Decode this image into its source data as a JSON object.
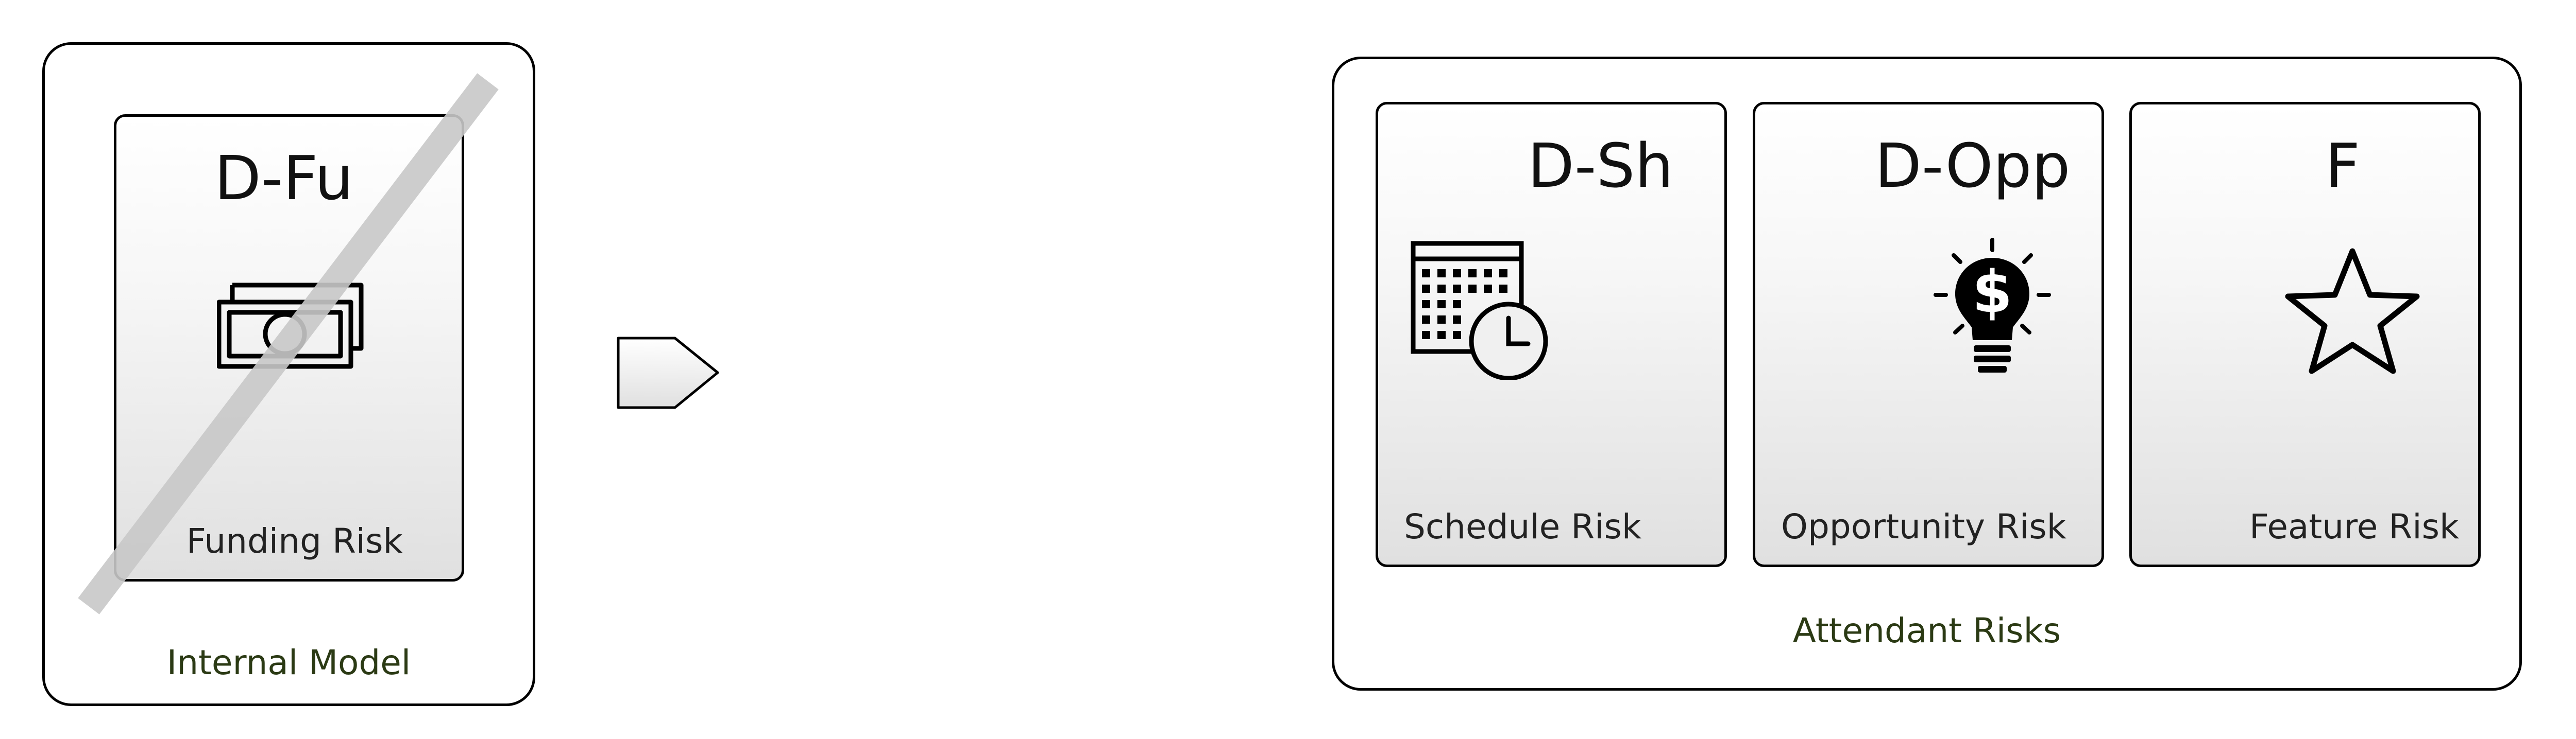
{
  "internal_model": {
    "group_label": "Internal Model",
    "card": {
      "title": "D-Fu",
      "label": "Funding Risk",
      "icon": "banknotes-icon",
      "crossed_out": true
    }
  },
  "attendant_risks": {
    "group_label": "Attendant Risks",
    "cards": [
      {
        "title": "D-Sh",
        "label": "Schedule Risk",
        "icon": "calendar-clock-icon"
      },
      {
        "title": "D-Opp",
        "label": "Opportunity Risk",
        "icon": "lightbulb-dollar-icon"
      },
      {
        "title": "F",
        "label": "Feature Risk",
        "icon": "star-icon"
      }
    ]
  },
  "colors": {
    "stroke": "#000000",
    "group_label": "#2b3a14",
    "strike": "#c8c8c8",
    "card_gradient_top": "#ffffff",
    "card_gradient_bottom": "#e0e0e0"
  }
}
